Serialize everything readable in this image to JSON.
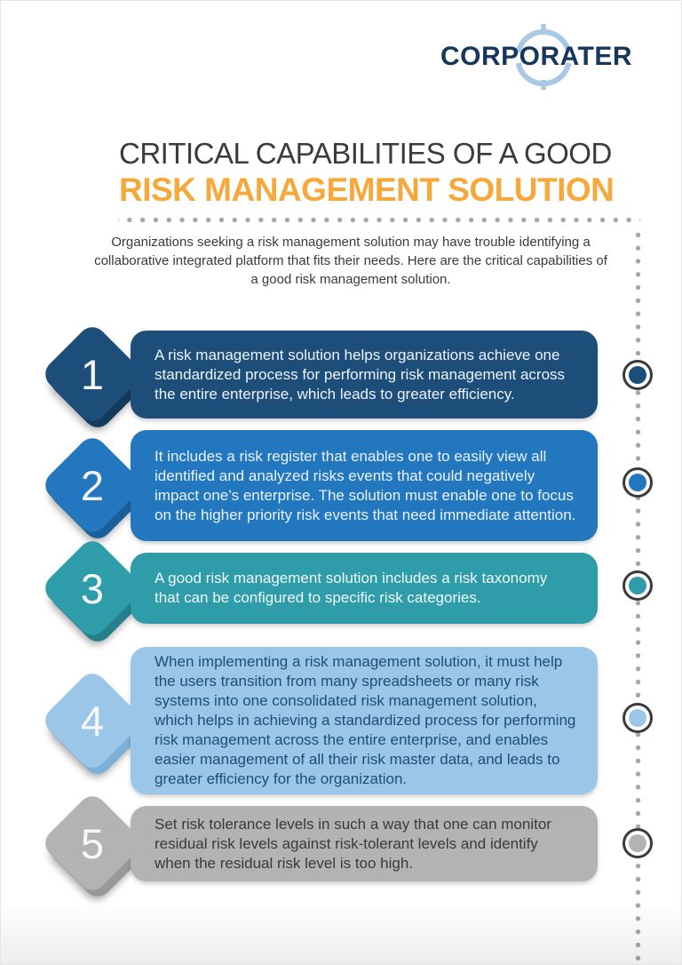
{
  "logo": {
    "text": "CORPORATER",
    "icon": "compass-target-icon",
    "text_color": "#16365E",
    "icon_color": "#A9C8E6"
  },
  "title": {
    "line1": "CRITICAL CAPABILITIES OF A GOOD",
    "line2": "RISK MANAGEMENT SOLUTION",
    "line1_color": "#3B3B3D",
    "line2_color": "#F6A83B"
  },
  "intro": {
    "text": "Organizations seeking a risk management solution may have trouble identifying a collaborative integrated platform that fits their needs. Here are the critical capabilities of a good risk management solution."
  },
  "items": [
    {
      "number": "1",
      "color": "#1D4E79",
      "shadow_color": "#143A5C",
      "text_color": "#EDF3F8",
      "text": "A risk management solution helps organizations achieve one standardized process for performing risk management across the entire enterprise, which leads to greater efficiency."
    },
    {
      "number": "2",
      "color": "#2277BE",
      "shadow_color": "#1A5F9A",
      "text_color": "#EAF2FA",
      "text": "It includes a risk register that enables one to easily view all identified and analyzed risks events that could negatively impact one’s enterprise. The solution must enable one to focus on the higher priority risk events that need immediate attention."
    },
    {
      "number": "3",
      "color": "#2F9DA9",
      "shadow_color": "#247F8B",
      "text_color": "#EFF7F8",
      "text": "A good risk management solution includes a risk taxonomy that can be configured to specific risk categories."
    },
    {
      "number": "4",
      "color": "#9CC6E8",
      "shadow_color": "#7EAFD6",
      "text_color": "#1D4E79",
      "text": "When implementing a risk management solution, it must help the users transition from many spreadsheets or many risk systems into one consolidated risk management solution, which helps in achieving a standardized process for performing risk management across the entire enterprise, and enables easier management of all their risk master data, and leads to greater efficiency for the organization."
    },
    {
      "number": "5",
      "color": "#B3B3B5",
      "shadow_color": "#98989B",
      "text_color": "#3A3A3C",
      "text": "Set risk tolerance levels in such a way that one can monitor residual risk levels against risk-tolerant levels and identify when the residual risk level is too high."
    }
  ],
  "timeline": {
    "dot_color": "#A5A5A5",
    "ring_color": "#3A3A3C"
  }
}
